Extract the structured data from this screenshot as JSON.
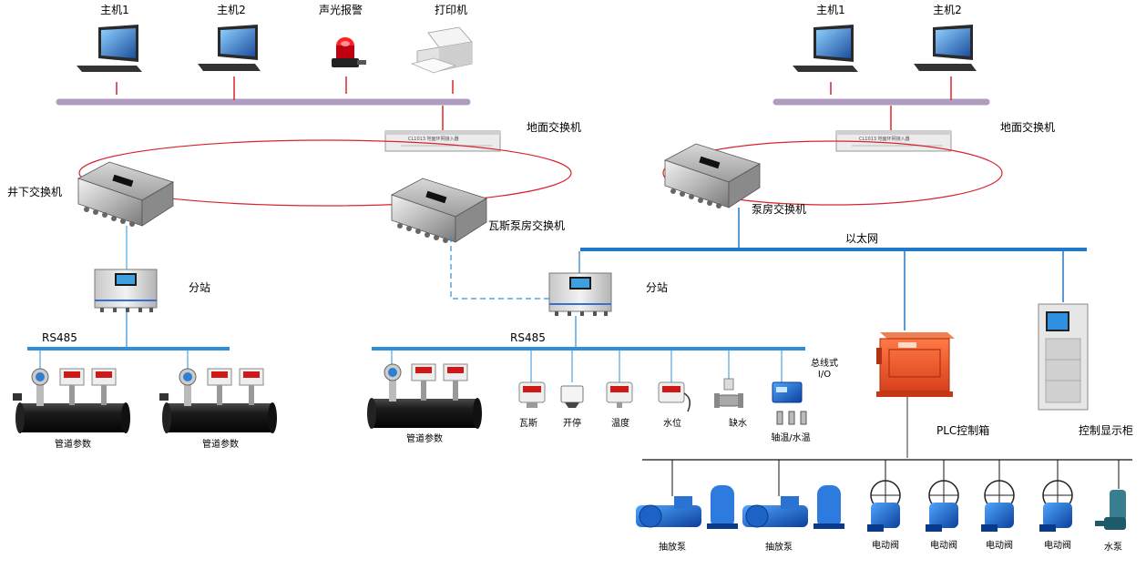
{
  "top_left": {
    "host1": "主机1",
    "host2": "主机2",
    "alarm": "声光报警",
    "printer": "打印机",
    "ground_switch": "地面交换机",
    "ground_switch_panel_text": "CL1013 地面环网接入器"
  },
  "top_right": {
    "host1": "主机1",
    "host2": "主机2",
    "ground_switch": "地面交换机",
    "ground_switch_panel_text": "CL1013 地面环网接入器"
  },
  "left": {
    "underground_switch": "井下交换机",
    "gas_pump_switch": "瓦斯泵房交换机",
    "substation": "分站",
    "rs485": "RS485",
    "pipe1": "管道参数",
    "pipe2": "管道参数"
  },
  "middle": {
    "substation": "分站",
    "rs485": "RS485",
    "pipe": "管道参数",
    "gas": "瓦斯",
    "start_stop": "开停",
    "temperature": "温度",
    "water_level": "水位",
    "water_shortage": "缺水",
    "bus_io": "总线式 I/O",
    "bearing_water_temp": "轴温/水温"
  },
  "right": {
    "pump_room_switch": "泵房交换机",
    "ethernet": "以太网",
    "plc_box": "PLC控制箱",
    "control_cabinet": "控制显示柜",
    "pump1": "抽放泵",
    "pump2": "抽放泵",
    "valve1": "电动阀",
    "valve2": "电动阀",
    "valve3": "电动阀",
    "valve4": "电动阀",
    "water_pump": "水泵"
  },
  "colors": {
    "bus_purple": "#b09cc0",
    "ethernet_blue": "#1f78c8",
    "link_red": "#e0242c",
    "ring_red": "#d8242c",
    "rs485_blue": "#2d8fd8",
    "device_blue": "#1d63c6",
    "plc_orange": "#e8542a"
  }
}
